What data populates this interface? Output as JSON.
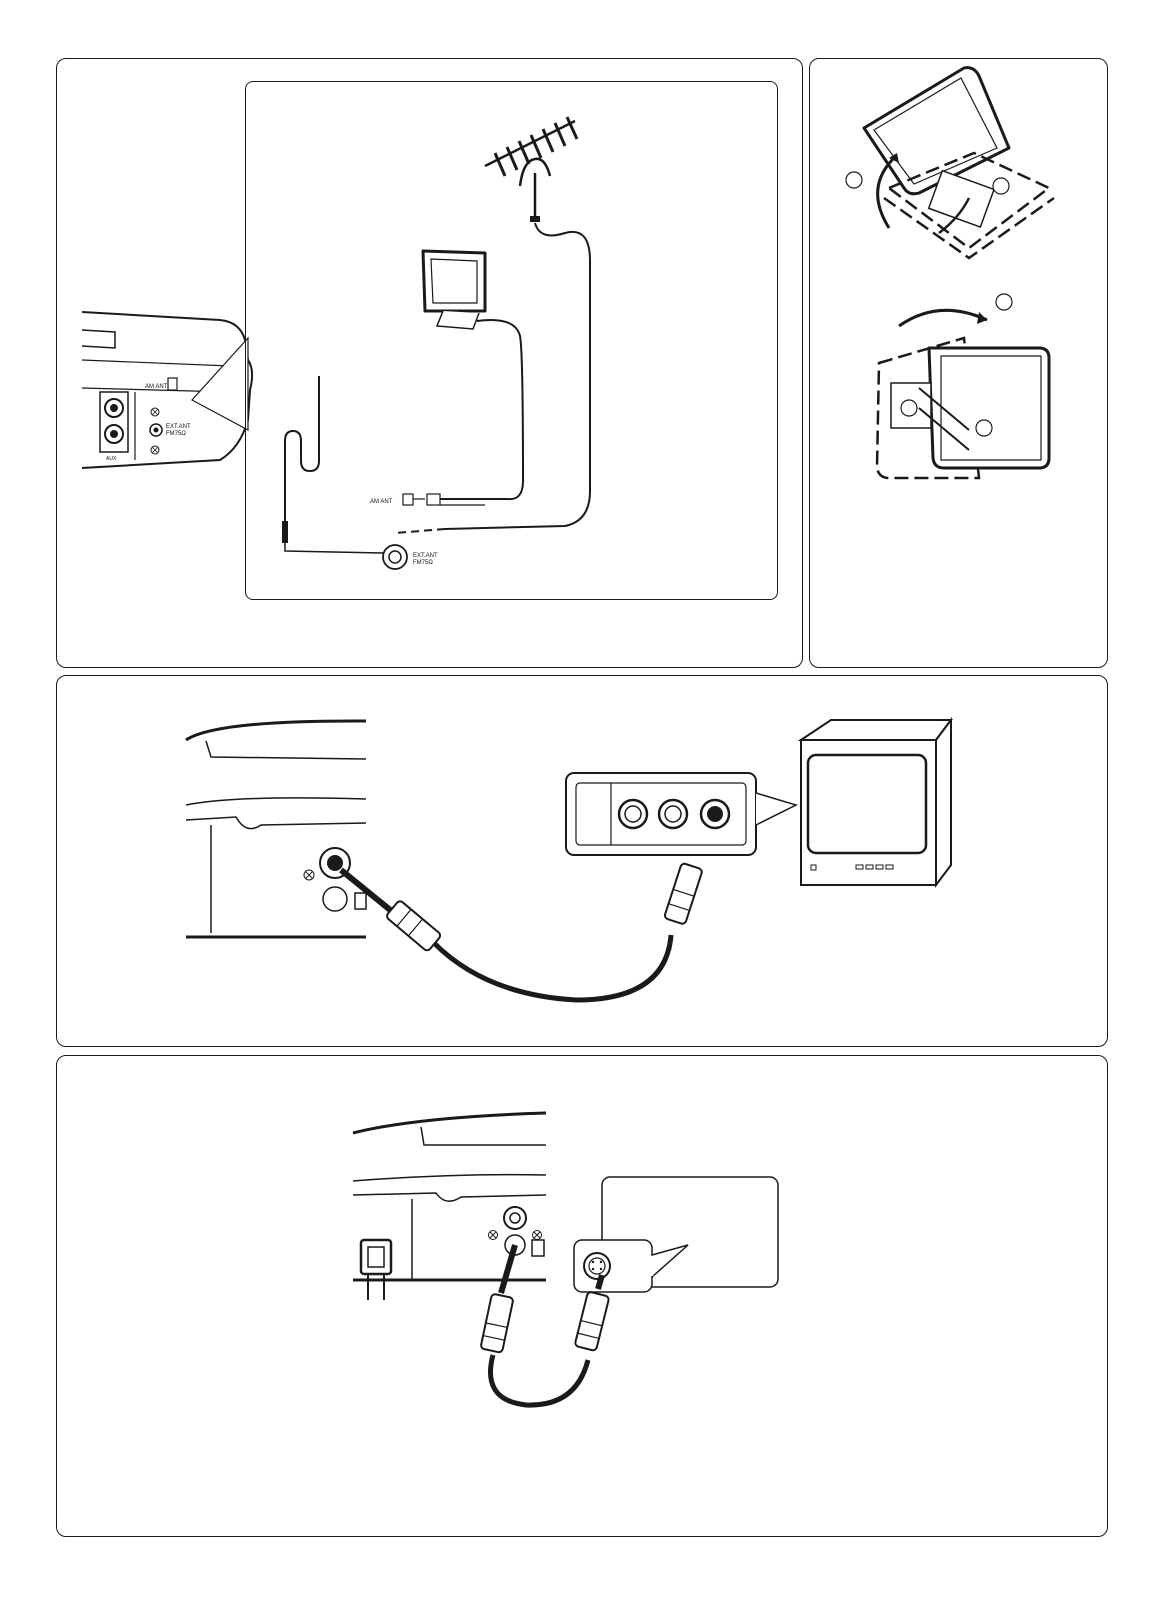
{
  "antenna_panel": {
    "unit_jacks": {
      "am_ant": "AM ANT",
      "ext_ant_line1": "EXT.ANT",
      "ext_ant_line2": "FM75Ω",
      "aux": "AUX"
    },
    "detail": {
      "am_ant": "AM ANT",
      "ext_ant_line1": "EXT.ANT",
      "ext_ant_line2": "FM75Ω"
    }
  },
  "loop_assembly_panel": {
    "steps": [
      "",
      "",
      "",
      ""
    ]
  },
  "video_panel": {},
  "svideo_panel": {},
  "colors": {
    "line": "#1a1a1a",
    "background": "#ffffff"
  },
  "icons": [
    "outdoor-fm-antenna-icon",
    "am-loop-antenna-icon",
    "fm-wire-antenna-icon",
    "tv-monitor-icon",
    "rca-plug-icon",
    "svideo-plug-icon"
  ]
}
